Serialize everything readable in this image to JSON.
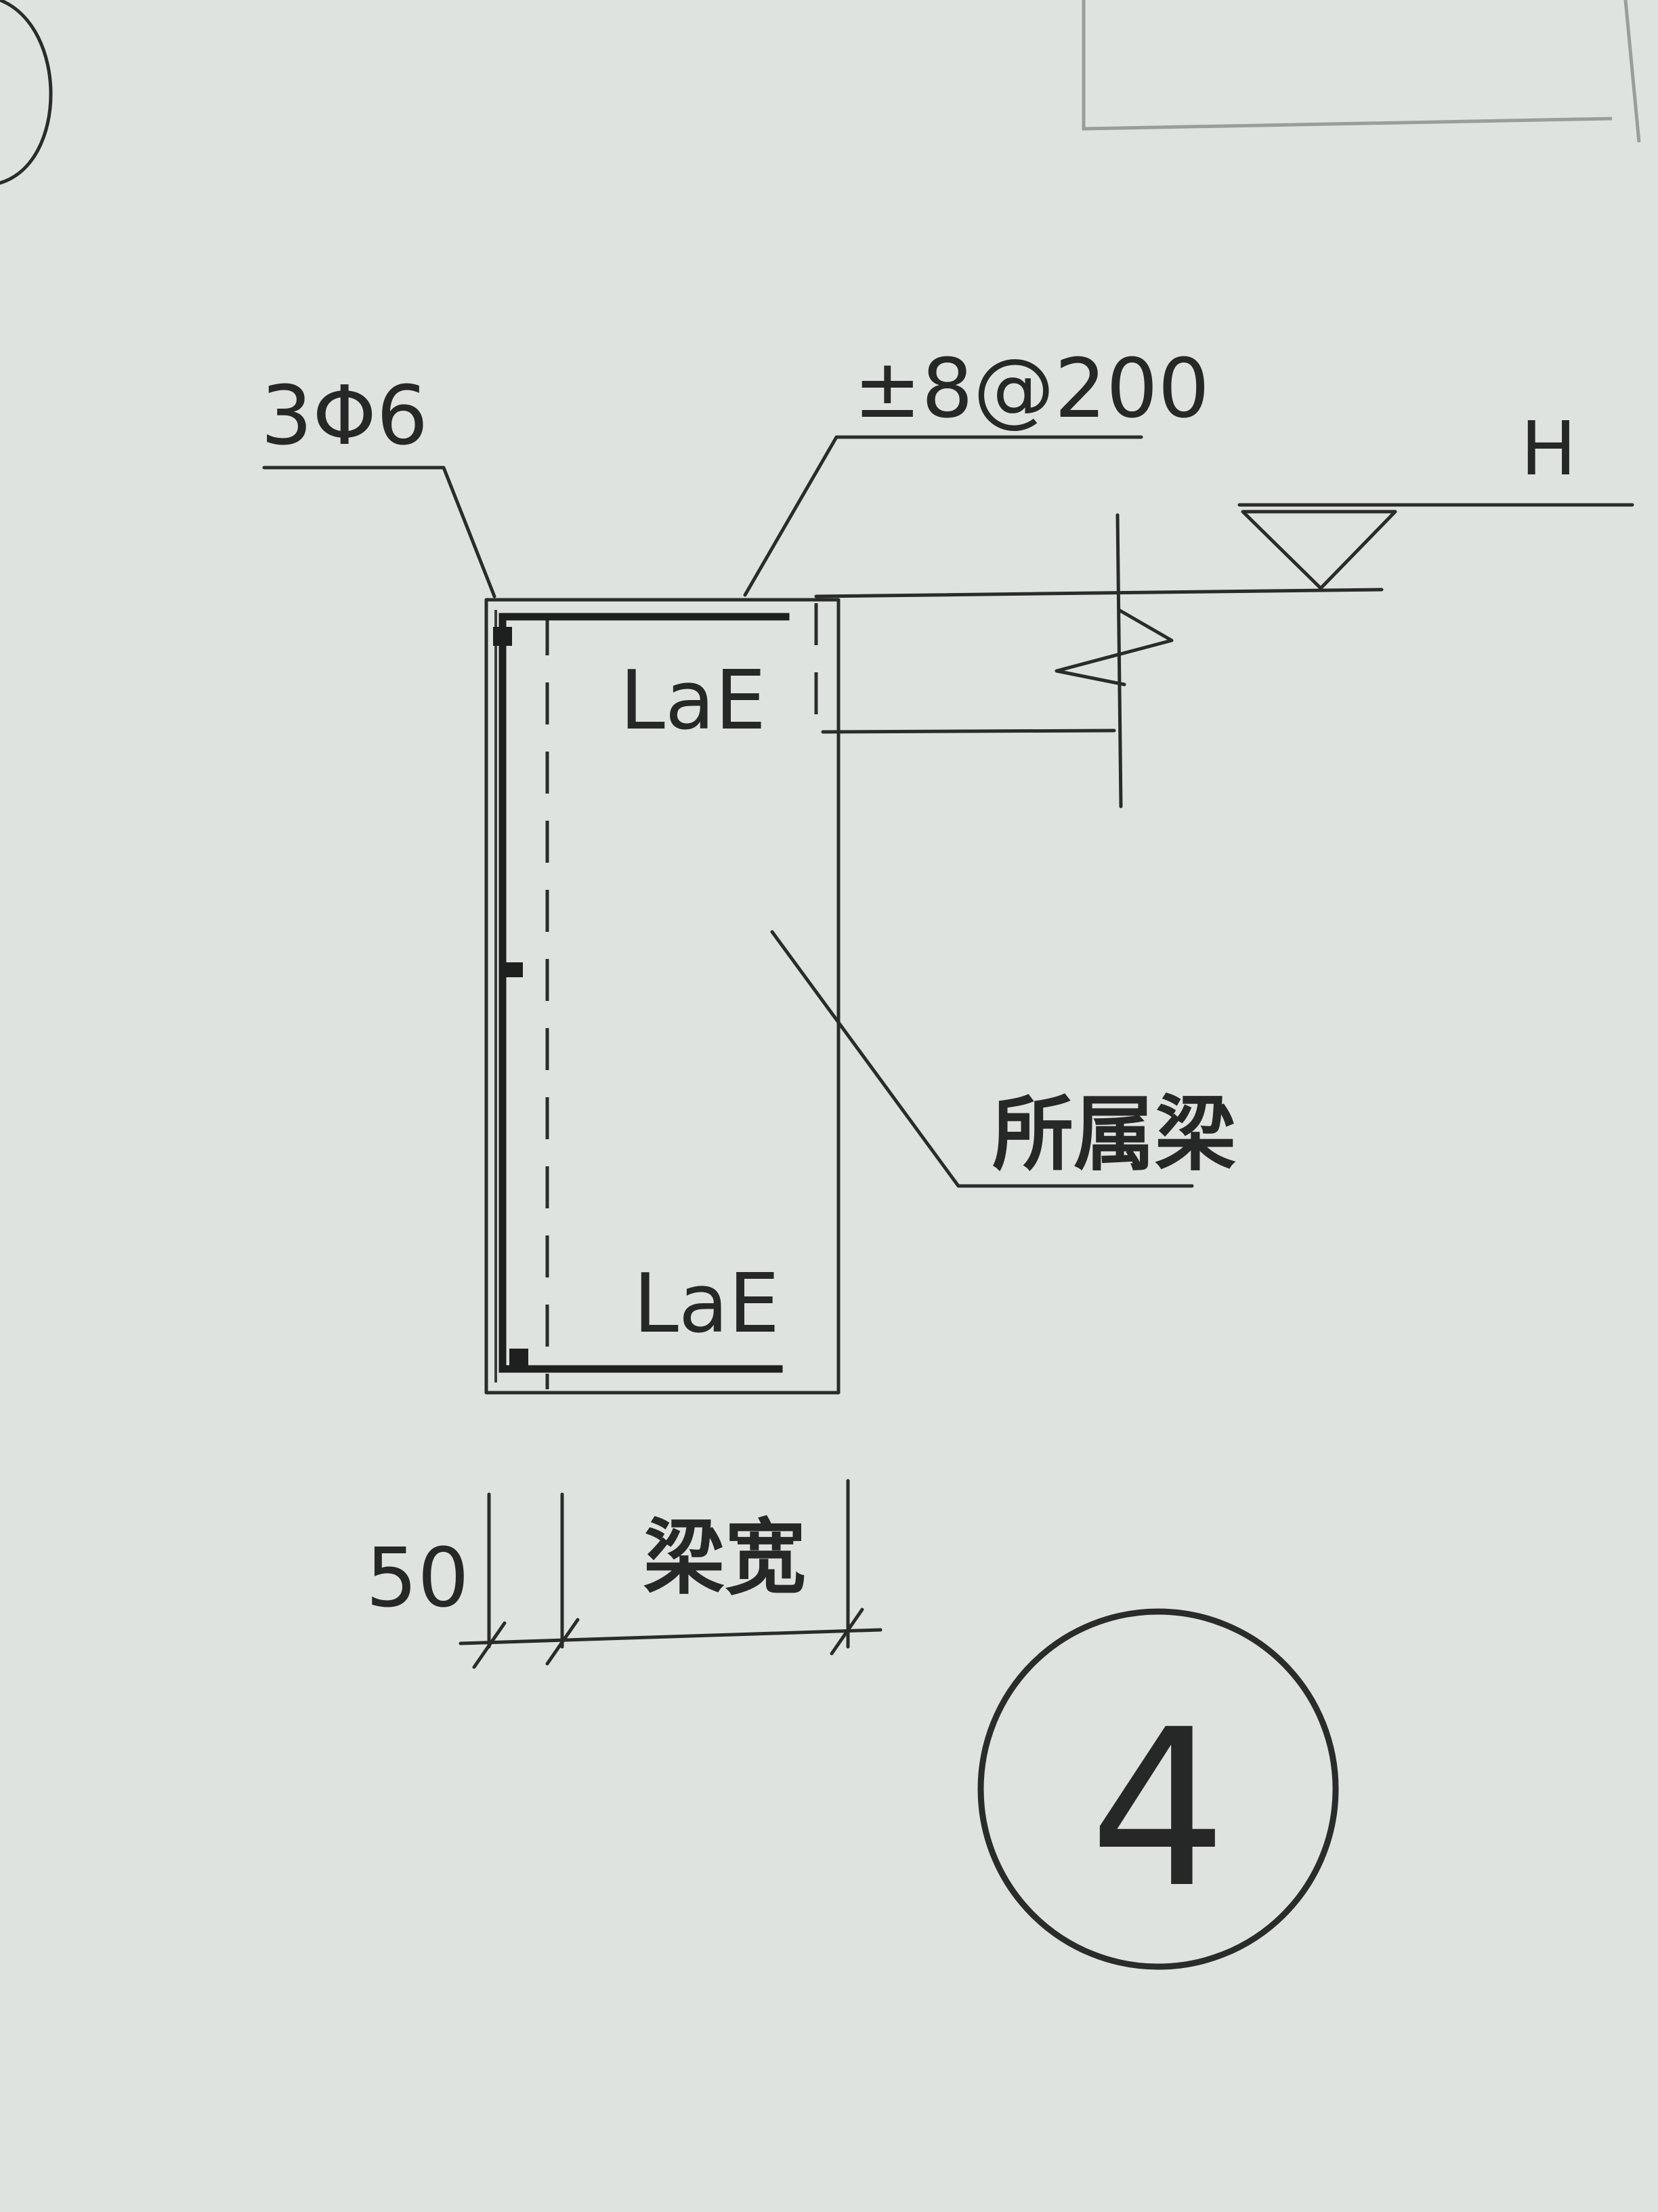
{
  "labels": {
    "longitudinal_bars": "3Φ6",
    "stirrups": "±8@200",
    "elevation_mark": "H",
    "anchorage_top": "LaE",
    "anchorage_bottom": "LaE",
    "parent_beam": "所属梁",
    "dim_offset": "50",
    "dim_beam_width": "梁宽",
    "detail_number": "4"
  },
  "colors": {
    "ink": "#262827",
    "paper": "#dfe3e0"
  }
}
